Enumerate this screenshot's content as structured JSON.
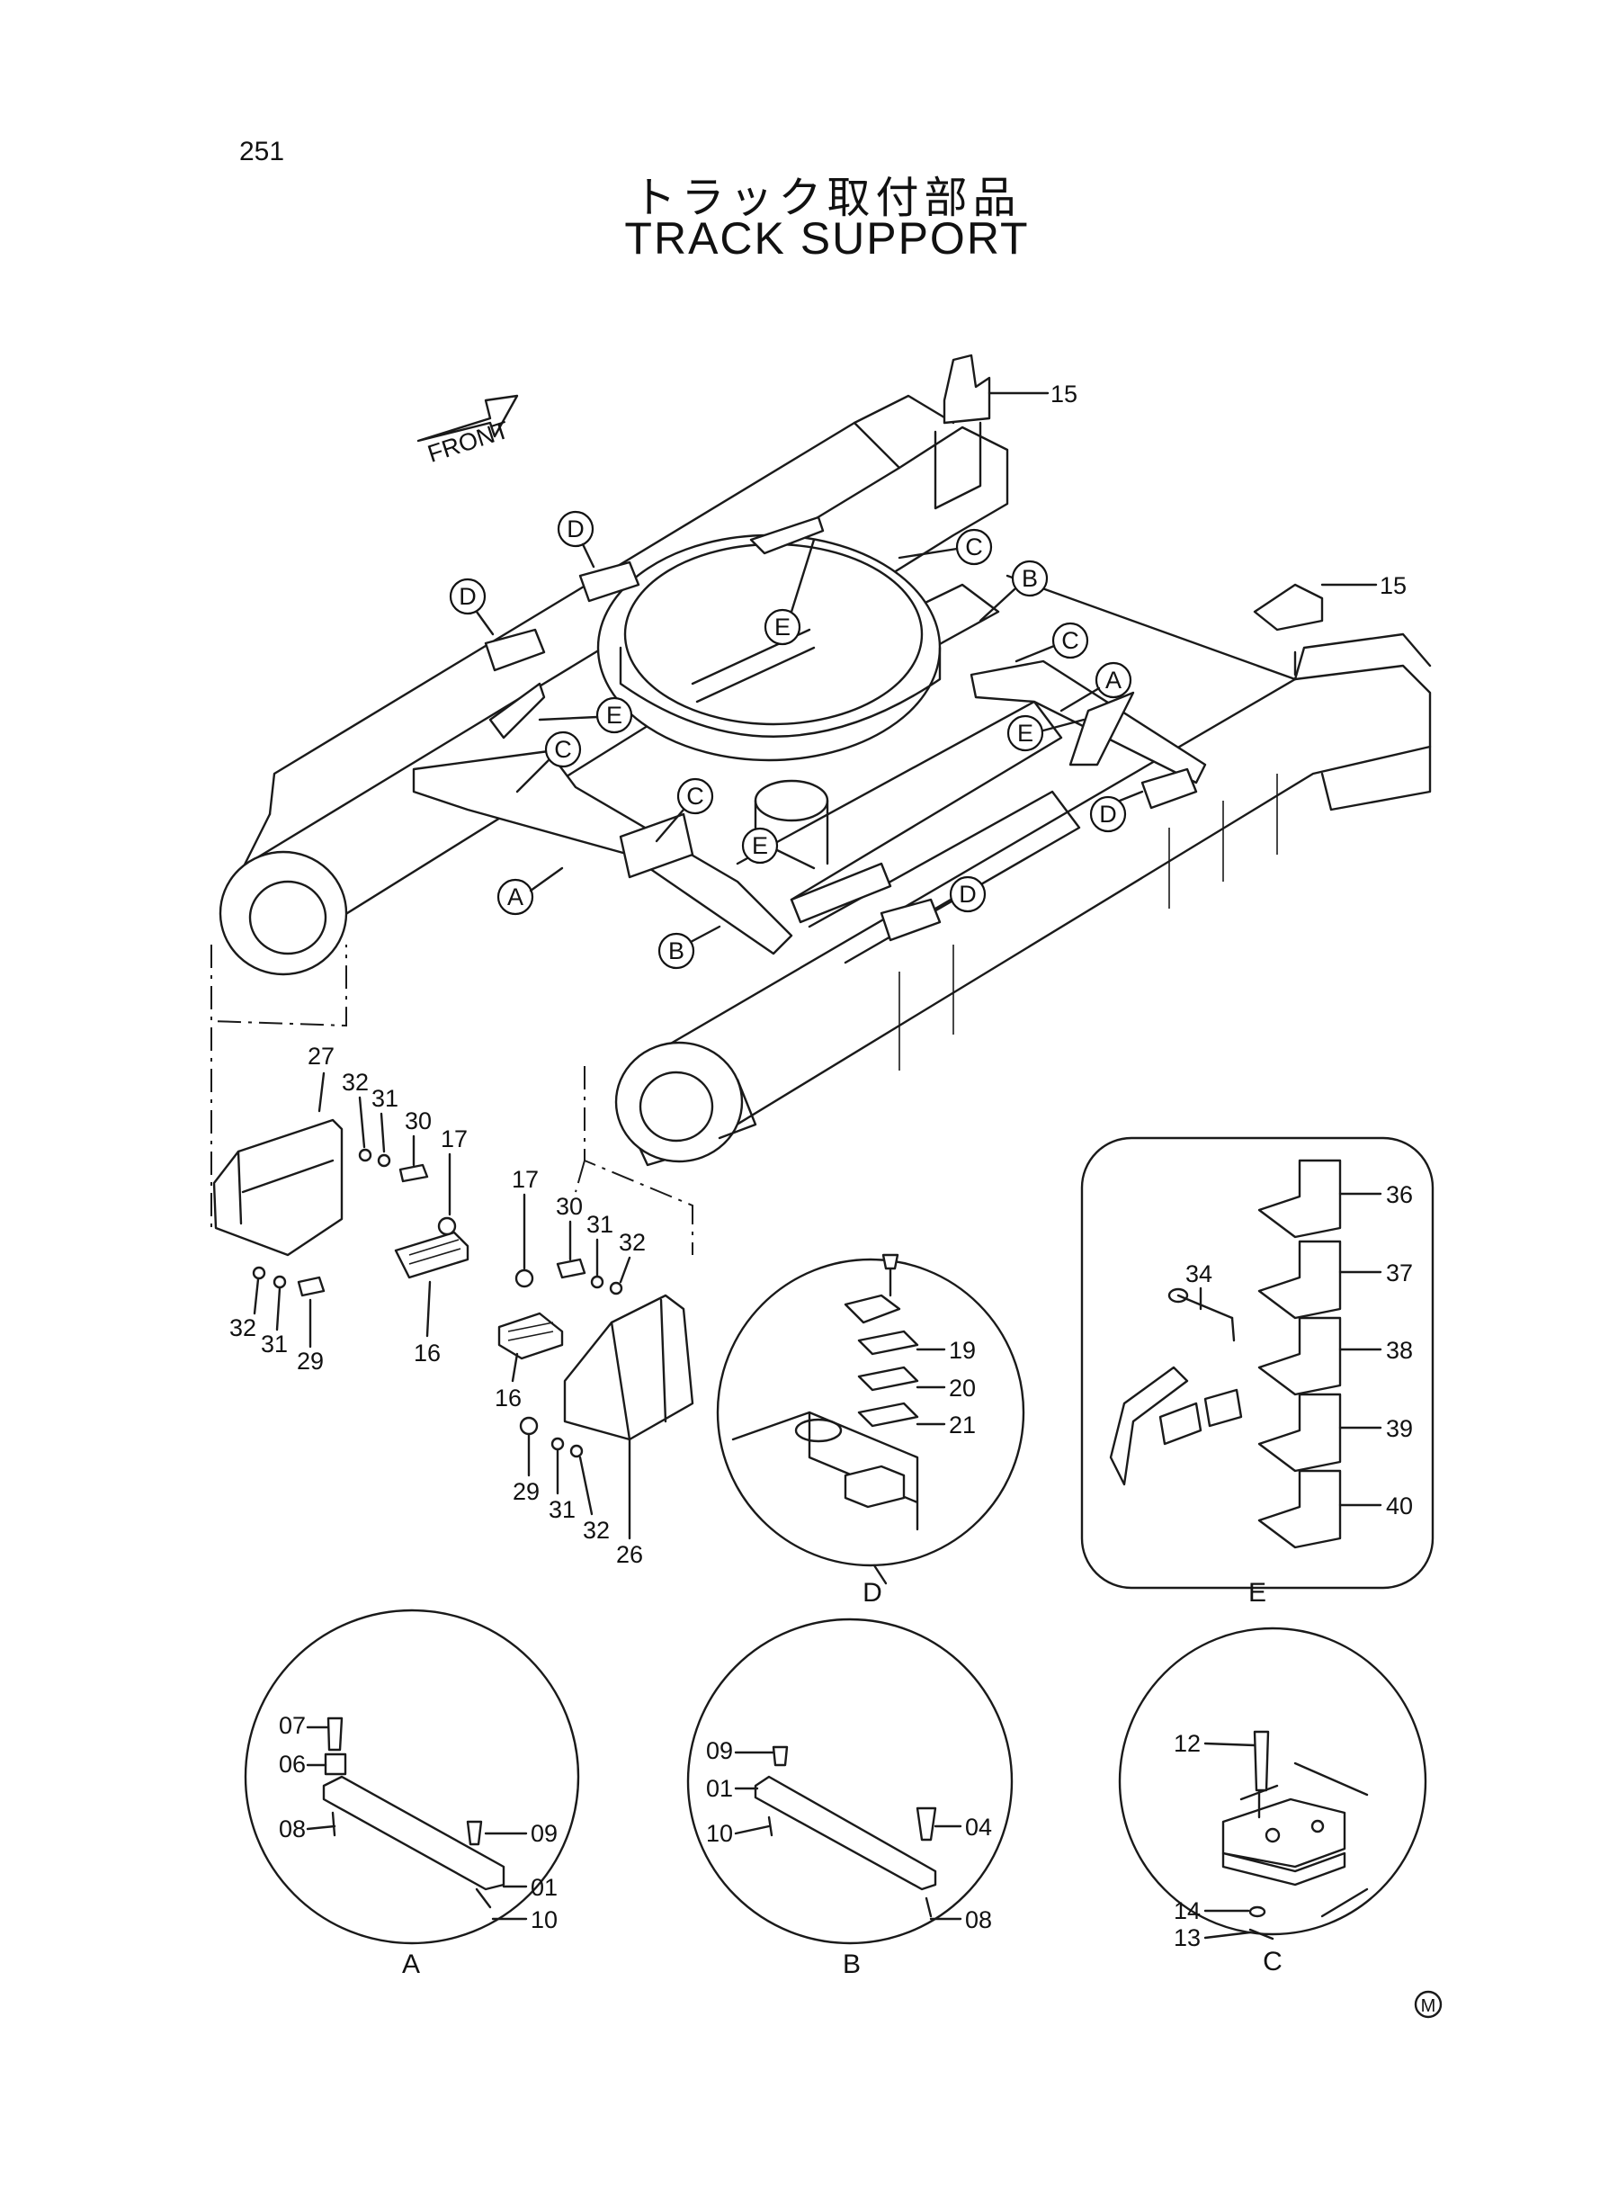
{
  "page_number": "251",
  "title_jp": "トラック取付部品",
  "title_en": "TRACK SUPPORT",
  "front_arrow_label": "FRONT",
  "callout_letters": {
    "a": "A",
    "b": "B",
    "c": "C",
    "d": "D",
    "e": "E"
  },
  "part_numbers": {
    "p01": "01",
    "p04": "04",
    "p06": "06",
    "p07": "07",
    "p08": "08",
    "p09": "09",
    "p10": "10",
    "p12": "12",
    "p13": "13",
    "p14": "14",
    "p15": "15",
    "p16": "16",
    "p17": "17",
    "p19": "19",
    "p20": "20",
    "p21": "21",
    "p26": "26",
    "p27": "27",
    "p29": "29",
    "p30": "30",
    "p31": "31",
    "p32": "32",
    "p34": "34",
    "p36": "36",
    "p37": "37",
    "p38": "38",
    "p39": "39",
    "p40": "40"
  },
  "detail_labels": {
    "a": "A",
    "b": "B",
    "c": "C",
    "d": "D",
    "e": "E"
  },
  "footer_mark": "M"
}
